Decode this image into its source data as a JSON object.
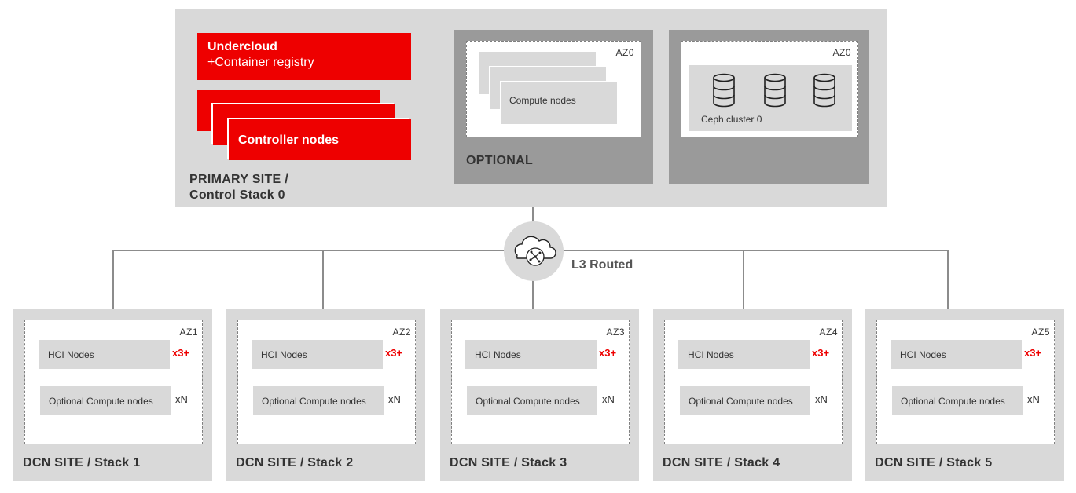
{
  "primary": {
    "site_label_line1": "PRIMARY SITE /",
    "site_label_line2": "Control Stack 0",
    "undercloud_title": "Undercloud",
    "undercloud_sub": "+Container registry",
    "controller_label": "Controller nodes",
    "optional_label": "OPTIONAL",
    "compute_az": "AZ0",
    "compute_label": "Compute nodes",
    "ceph_az": "AZ0",
    "ceph_label": "Ceph cluster 0"
  },
  "network": {
    "label": "L3 Routed",
    "icon": "cloud-network-icon"
  },
  "dcn_sites": [
    {
      "label": "DCN SITE / Stack 1",
      "az": "AZ1",
      "hci": "HCI Nodes",
      "hci_count": "x3+",
      "compute": "Optional Compute nodes",
      "compute_count": "xN"
    },
    {
      "label": "DCN SITE / Stack 2",
      "az": "AZ2",
      "hci": "HCI Nodes",
      "hci_count": "x3+",
      "compute": "Optional Compute nodes",
      "compute_count": "xN"
    },
    {
      "label": "DCN SITE / Stack 3",
      "az": "AZ3",
      "hci": "HCI Nodes",
      "hci_count": "x3+",
      "compute": "Optional Compute nodes",
      "compute_count": "xN"
    },
    {
      "label": "DCN SITE / Stack 4",
      "az": "AZ4",
      "hci": "HCI Nodes",
      "hci_count": "x3+",
      "compute": "Optional Compute nodes",
      "compute_count": "xN"
    },
    {
      "label": "DCN SITE / Stack 5",
      "az": "AZ5",
      "hci": "HCI Nodes",
      "hci_count": "x3+",
      "compute": "Optional Compute nodes",
      "compute_count": "xN"
    }
  ],
  "colors": {
    "accent_red": "#ee0000",
    "panel_gray": "#d9d9d9",
    "dark_gray": "#9a9a9a",
    "line_gray": "#8c8c8c"
  }
}
